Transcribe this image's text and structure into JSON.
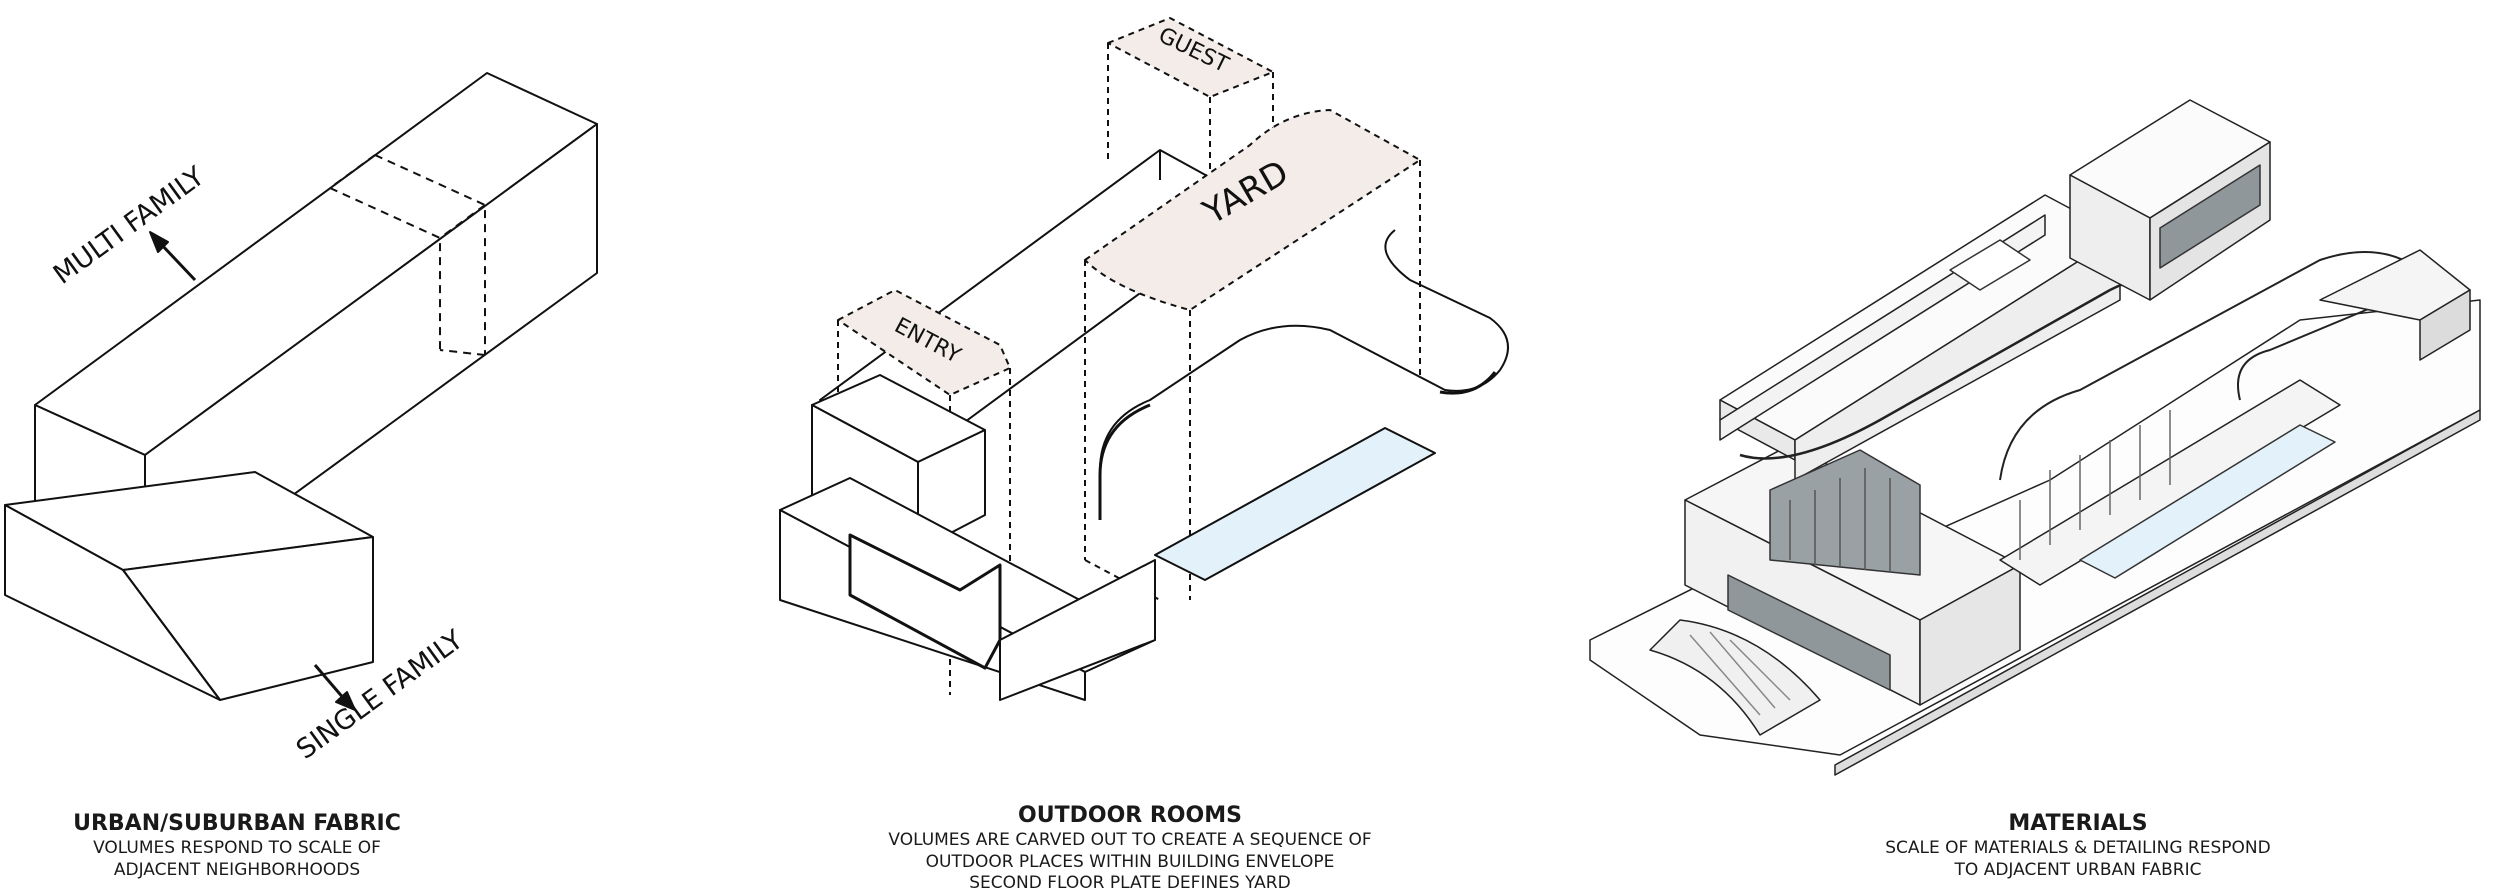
{
  "panels": [
    {
      "title": "URBAN/SUBURBAN FABRIC",
      "lines": [
        "VOLUMES RESPOND TO SCALE OF",
        "ADJACENT NEIGHBORHOODS"
      ],
      "labels": {
        "multi": "MULTI FAMILY",
        "single": "SINGLE FAMILY"
      }
    },
    {
      "title": "OUTDOOR ROOMS",
      "lines": [
        "VOLUMES ARE CARVED OUT TO CREATE A SEQUENCE OF",
        "OUTDOOR PLACES WITHIN BUILDING ENVELOPE",
        "SECOND FLOOR PLATE DEFINES YARD"
      ],
      "labels": {
        "guest": "GUEST",
        "yard": "YARD",
        "entry": "ENTRY"
      }
    },
    {
      "title": "MATERIALS",
      "lines": [
        "SCALE OF MATERIALS & DETAILING RESPOND",
        "TO ADJACENT URBAN FABRIC"
      ]
    }
  ],
  "colors": {
    "line": "#111111",
    "roomFill": "#f3ece8",
    "pool": "#e3f1fa",
    "glass": "#8f979b"
  }
}
